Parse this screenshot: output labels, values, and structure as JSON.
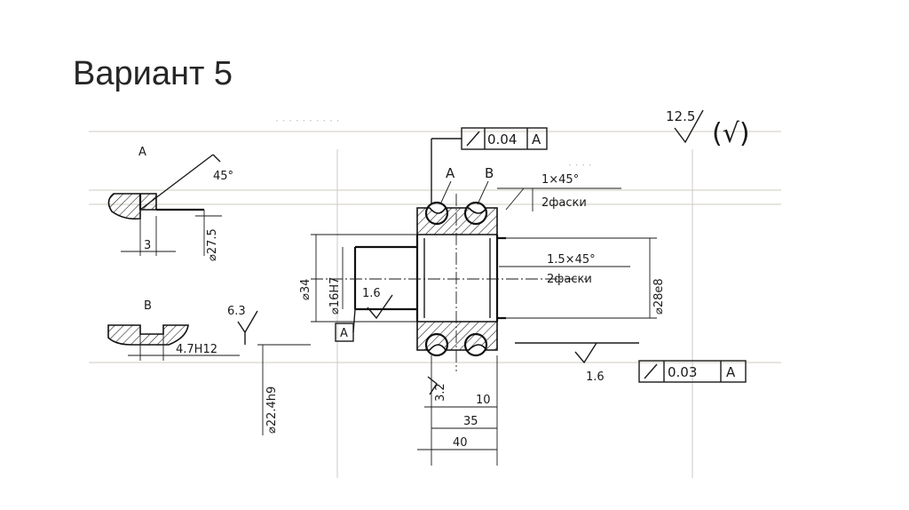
{
  "slide": {
    "title": "Вариант 5"
  },
  "drawing": {
    "section_labels": {
      "a": "A",
      "b": "B"
    },
    "detail_a": {
      "label": "A",
      "angle": "45°",
      "width": "3"
    },
    "detail_b": {
      "label": "B",
      "width": "4.7H12"
    },
    "dimensions": {
      "d_outer": "⌀34",
      "d_groove": "⌀27.5",
      "d_bore": "⌀16H7",
      "d_hub": "⌀22.4h9",
      "d_shaft": "⌀28e8",
      "len_10": "10",
      "len_35": "35",
      "len_40": "40"
    },
    "chamfers": {
      "c1": "1×45°",
      "c1_note": "2фаски",
      "c2": "1.5×45°",
      "c2_note": "2фаски"
    },
    "roughness": {
      "general": "12.5",
      "general_mark": "(√)",
      "r_bore": "1.6",
      "r_shaft": "1.6",
      "r_hub": "6.3",
      "r_face": "3.2"
    },
    "tolerances": {
      "runout_top": {
        "value": "0.04",
        "datum": "A"
      },
      "runout_right": {
        "value": "0.03",
        "datum": "A"
      },
      "datum_box": "A"
    }
  }
}
